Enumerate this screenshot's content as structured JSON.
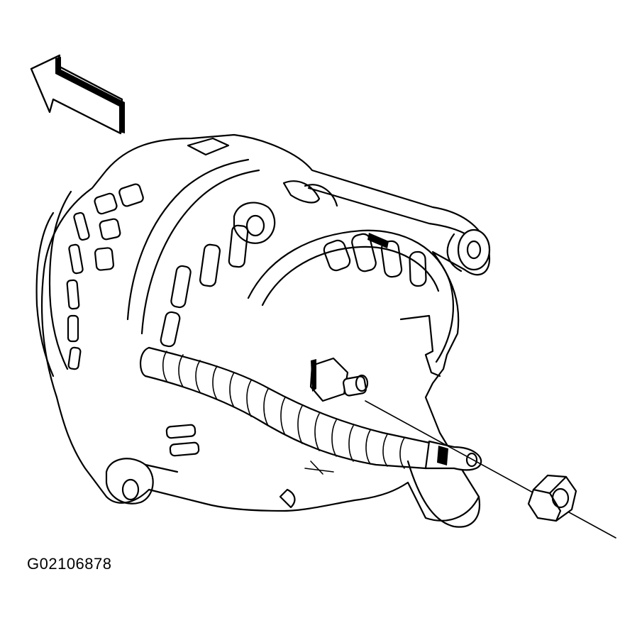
{
  "figure": {
    "id_label": "G02106878"
  },
  "icons": {
    "direction_arrow": "arrow-left-up-icon",
    "alternator": "alternator-drawing",
    "cable": "battery-cable-drawing",
    "nut": "hex-nut-icon"
  },
  "colors": {
    "ink": "#000000",
    "paper": "#ffffff"
  }
}
